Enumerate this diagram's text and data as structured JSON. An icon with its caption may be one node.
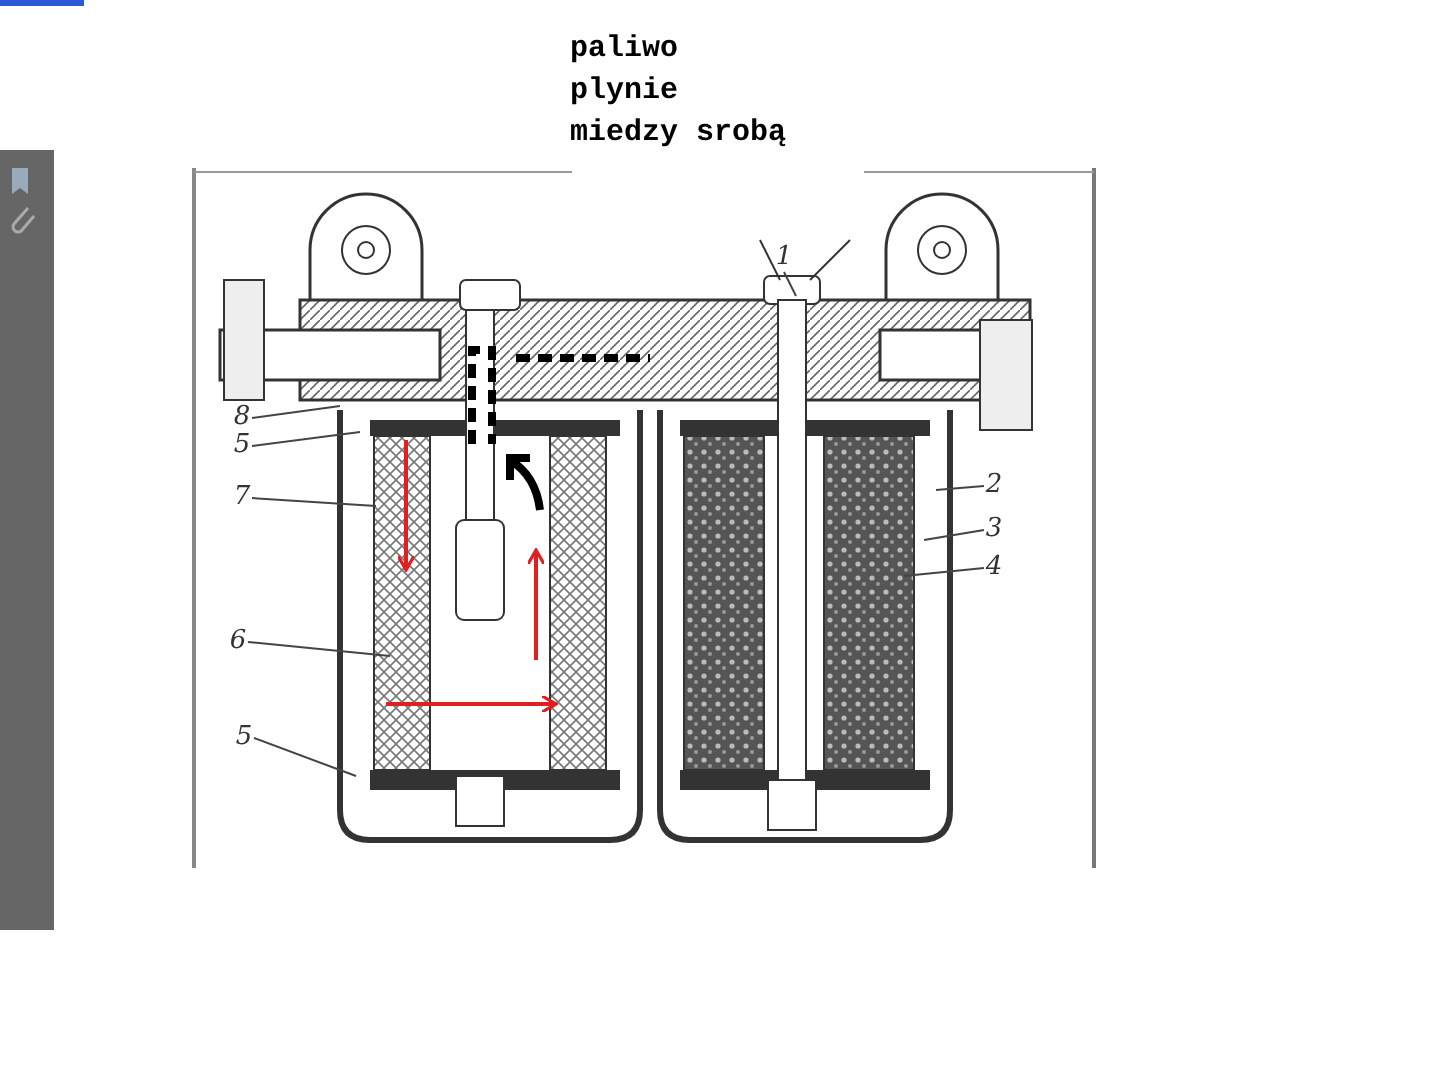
{
  "diagram": {
    "nodes": [
      {
        "text": [
          "1"
        ]
      },
      {
        "text": [
          "8"
        ]
      },
      {
        "text": [
          "5"
        ]
      },
      {
        "text": [
          "7"
        ]
      },
      {
        "text": [
          "6"
        ]
      },
      {
        "text": [
          "5"
        ]
      },
      {
        "text": [
          "2"
        ]
      },
      {
        "text": [
          "3"
        ]
      },
      {
        "text": [
          "4"
        ]
      }
    ],
    "edges": [
      {
        "from": 0,
        "to": null,
        "arrow": "none"
      },
      {
        "from": 1,
        "to": null,
        "arrow": "none"
      },
      {
        "from": 2,
        "to": null,
        "arrow": "none"
      },
      {
        "from": 3,
        "to": null,
        "arrow": "none"
      },
      {
        "from": 4,
        "to": null,
        "arrow": "none"
      },
      {
        "from": 5,
        "to": null,
        "arrow": "none"
      },
      {
        "from": 6,
        "to": null,
        "arrow": "none"
      },
      {
        "from": 7,
        "to": null,
        "arrow": "none"
      },
      {
        "from": 8,
        "to": null,
        "arrow": "none"
      }
    ],
    "labels": [
      "paliwo plynie miedzy srobą"
    ]
  }
}
